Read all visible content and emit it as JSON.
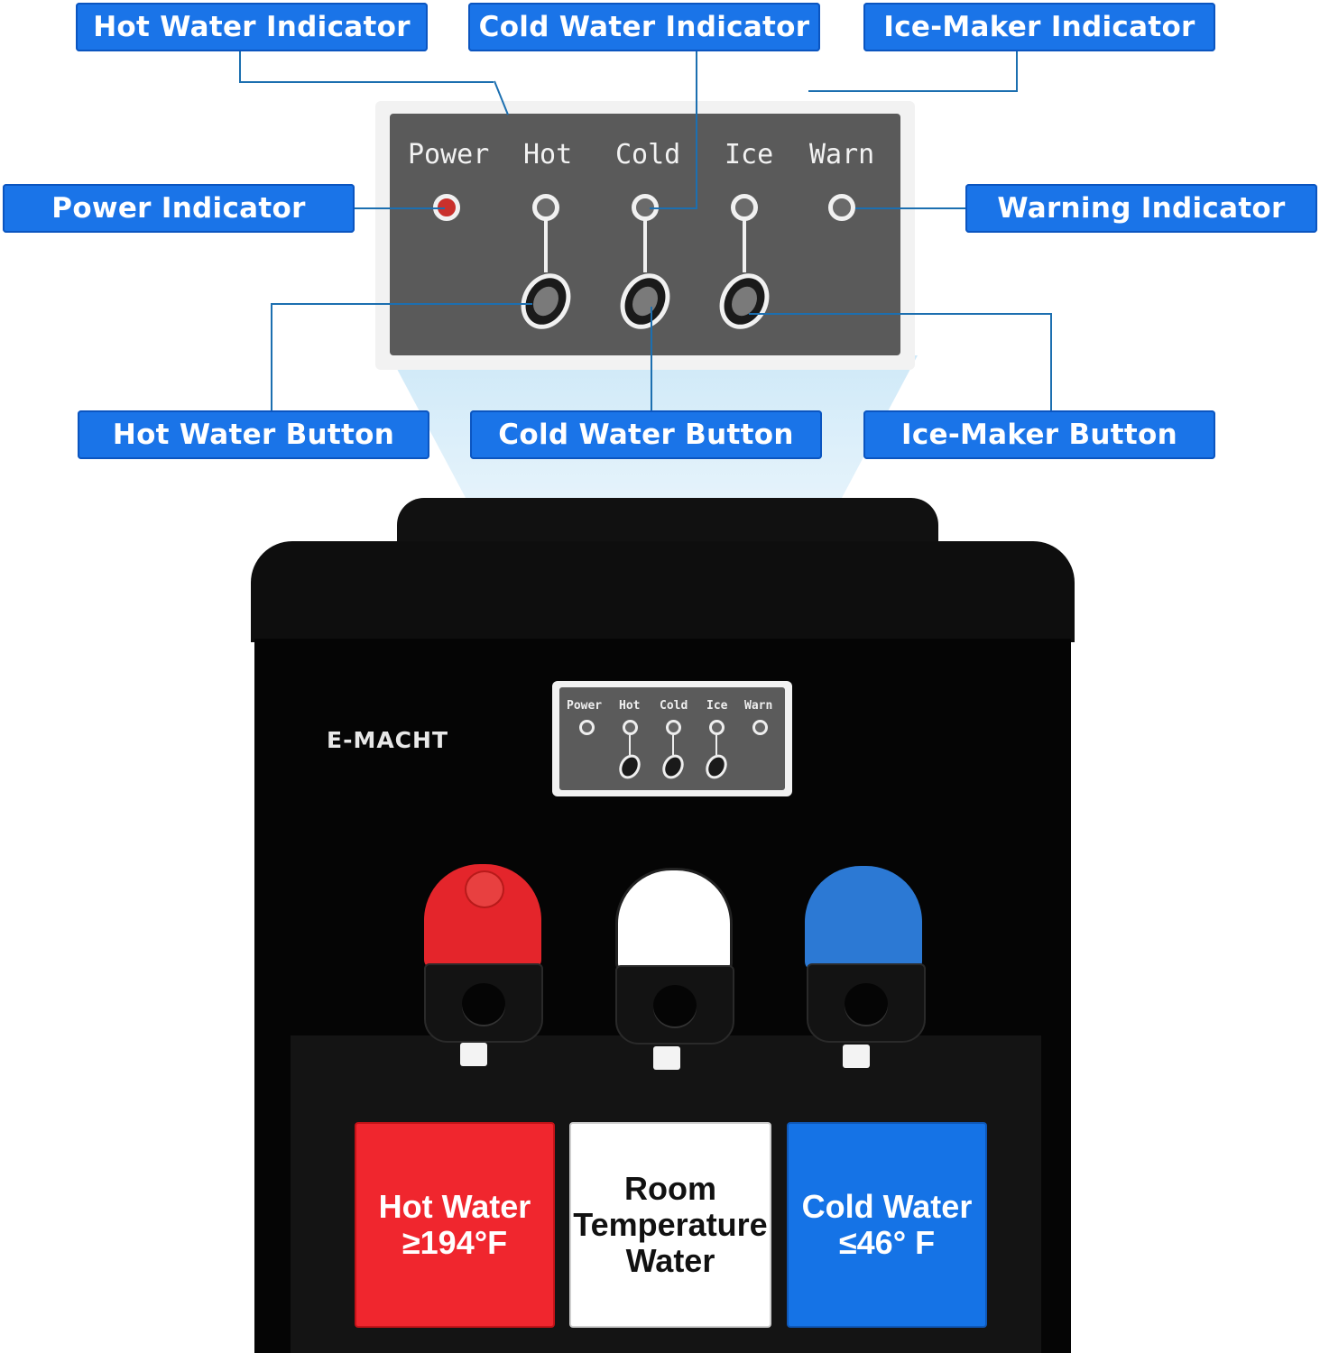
{
  "callouts": {
    "hot_water_indicator": "Hot Water Indicator",
    "cold_water_indicator": "Cold Water Indicator",
    "ice_maker_indicator": "Ice-Maker Indicator",
    "power_indicator": "Power Indicator",
    "warning_indicator": "Warning Indicator",
    "hot_water_button": "Hot Water Button",
    "cold_water_button": "Cold Water Button",
    "ice_maker_button": "Ice-Maker Button"
  },
  "panel_labels": {
    "power": "Power",
    "hot": "Hot",
    "cold": "Cold",
    "ice": "Ice",
    "warn": "Warn"
  },
  "brand": "E-MACHT",
  "cards": {
    "hot": {
      "line1": "Hot Water",
      "line2": "≥194°F"
    },
    "room": {
      "line1": "Room",
      "line2": "Temperature",
      "line3": "Water"
    },
    "cold": {
      "line1": "Cold Water",
      "line2": "≤46° F"
    }
  },
  "colors": {
    "callout_blue": "#1a74e8",
    "hot_red": "#f0262e",
    "cold_blue": "#1573e6",
    "room_white": "#ffffff",
    "power_led_red": "#c9302c"
  },
  "icons": {
    "power_led": "red-led-icon",
    "status_led": "led-icon",
    "panel_button": "push-button-icon"
  }
}
